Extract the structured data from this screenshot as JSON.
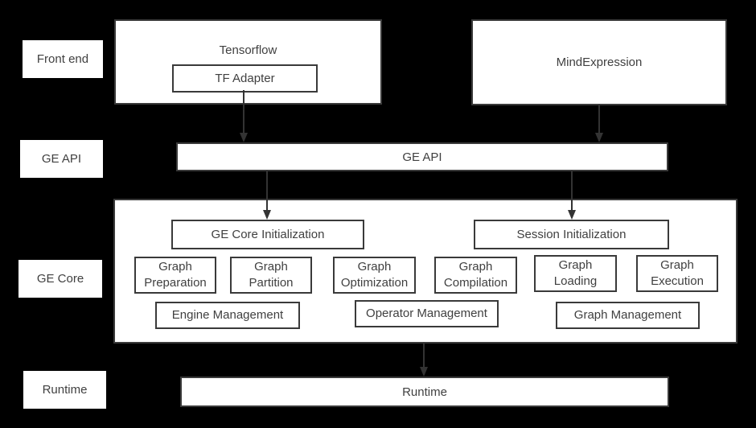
{
  "colors": {
    "background": "#000000",
    "box_fill": "#ffffff",
    "box_border": "#3a3a3a",
    "text": "#404040",
    "arrow": "#333333"
  },
  "row_labels": [
    {
      "label": "Front end"
    },
    {
      "label": "GE API"
    },
    {
      "label": "GE Core"
    },
    {
      "label": "Runtime"
    }
  ],
  "frontend": {
    "tensorflow": {
      "title": "Tensorflow",
      "adapter": "TF Adapter"
    },
    "mindexpression": {
      "title": "MindExpression"
    }
  },
  "ge_api_bar": {
    "label": "GE API"
  },
  "ge_core": {
    "init_boxes": [
      {
        "label": "GE Core Initialization"
      },
      {
        "label": "Session Initialization"
      }
    ],
    "modules": [
      {
        "label": "Graph Preparation"
      },
      {
        "label": "Graph Partition"
      },
      {
        "label": "Graph Optimization"
      },
      {
        "label": "Graph Compilation"
      },
      {
        "label": "Graph Loading"
      },
      {
        "label": "Graph Execution"
      }
    ],
    "managers": [
      {
        "label": "Engine Management"
      },
      {
        "label": "Operator Management"
      },
      {
        "label": "Graph Management"
      }
    ]
  },
  "runtime_bar": {
    "label": "Runtime"
  }
}
